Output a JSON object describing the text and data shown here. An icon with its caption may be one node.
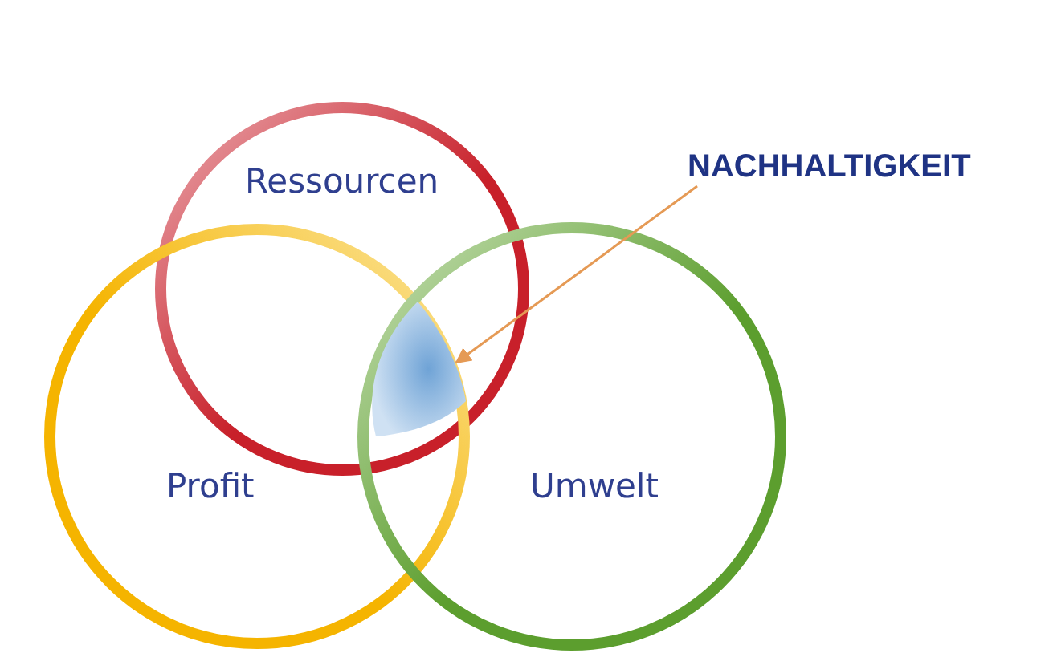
{
  "diagram": {
    "nodes": [
      {
        "text": [
          "Ressourcen"
        ]
      },
      {
        "text": [
          "Profit"
        ]
      },
      {
        "text": [
          "Umwelt"
        ]
      },
      {
        "text": [
          "NACHHALTIGKEIT"
        ]
      },
      {
        "text": [],
        "shape": "triangle"
      }
    ],
    "edges": [
      {
        "from": 3,
        "to": 4,
        "arrow": "to"
      }
    ]
  }
}
